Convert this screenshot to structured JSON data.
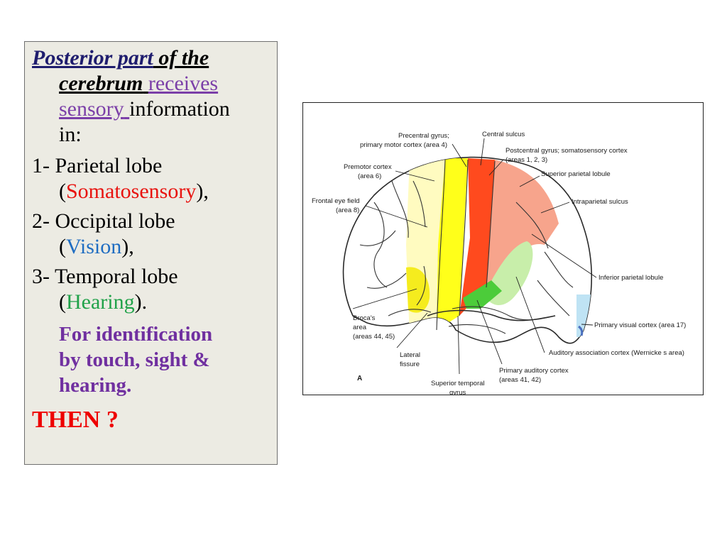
{
  "slide": {
    "text_box": {
      "heading_part1": "Posterior part",
      "heading_part2": " of the",
      "heading_cerebrum": "cerebrum",
      "heading_receives": "receives",
      "heading_sensory": "sensory",
      "heading_information": "information",
      "heading_in": "in:",
      "items": [
        {
          "prefix": "1- Parietal lobe",
          "open": "(",
          "function": "Somatosensory",
          "close": "),",
          "color": "#e8130f"
        },
        {
          "prefix": "2- Occipital lobe",
          "open": "(",
          "function": "Vision",
          "close": "),",
          "color": "#1f6dc2"
        },
        {
          "prefix": "3- Temporal lobe",
          "open": "(",
          "function": "Hearing",
          "close": ").",
          "color": "#21a24a"
        }
      ],
      "note_line1": "For identification",
      "note_line2": "by touch, sight &",
      "note_line3": "hearing.",
      "question": "THEN ?"
    },
    "figure": {
      "panel_letter": "A",
      "labels": {
        "precentral_1": "Precentral gyrus;",
        "precentral_2": "primary motor cortex (area 4)",
        "central_sulcus": "Central sulcus",
        "postcentral_1": "Postcentral gyrus; somatosensory cortex",
        "postcentral_2": "(areas 1, 2, 3)",
        "premotor_1": "Premotor cortex",
        "premotor_2": "(area 6)",
        "superior_parietal": "Superior parietal lobule",
        "frontal_eye_1": "Frontal eye field",
        "frontal_eye_2": "(area 8)",
        "intraparietal": "Intraparietal sulcus",
        "inferior_parietal": "Inferior parietal lobule",
        "primary_visual": "Primary visual cortex (area 17)",
        "broca_1": "Broca's",
        "broca_2": "area",
        "broca_3": "(areas 44, 45)",
        "lateral_1": "Lateral",
        "lateral_2": "fissure",
        "auditory_assoc": "Auditory association cortex (Wernicke s area)",
        "primary_auditory_1": "Primary auditory cortex",
        "primary_auditory_2": "(areas 41, 42)",
        "superior_temporal_1": "Superior temporal",
        "superior_temporal_2": "gyrus"
      },
      "colors": {
        "motor_area": "#ffff1a",
        "somatosensory_area": "#ff4a1e",
        "parietal_association": "#f7a48c",
        "premotor_area": "#fffbc0",
        "broca_area": "#f5ec1e",
        "auditory_primary": "#4ccc3a",
        "auditory_association": "#c8eeaa",
        "visual_area": "#bfe3f4"
      }
    }
  }
}
